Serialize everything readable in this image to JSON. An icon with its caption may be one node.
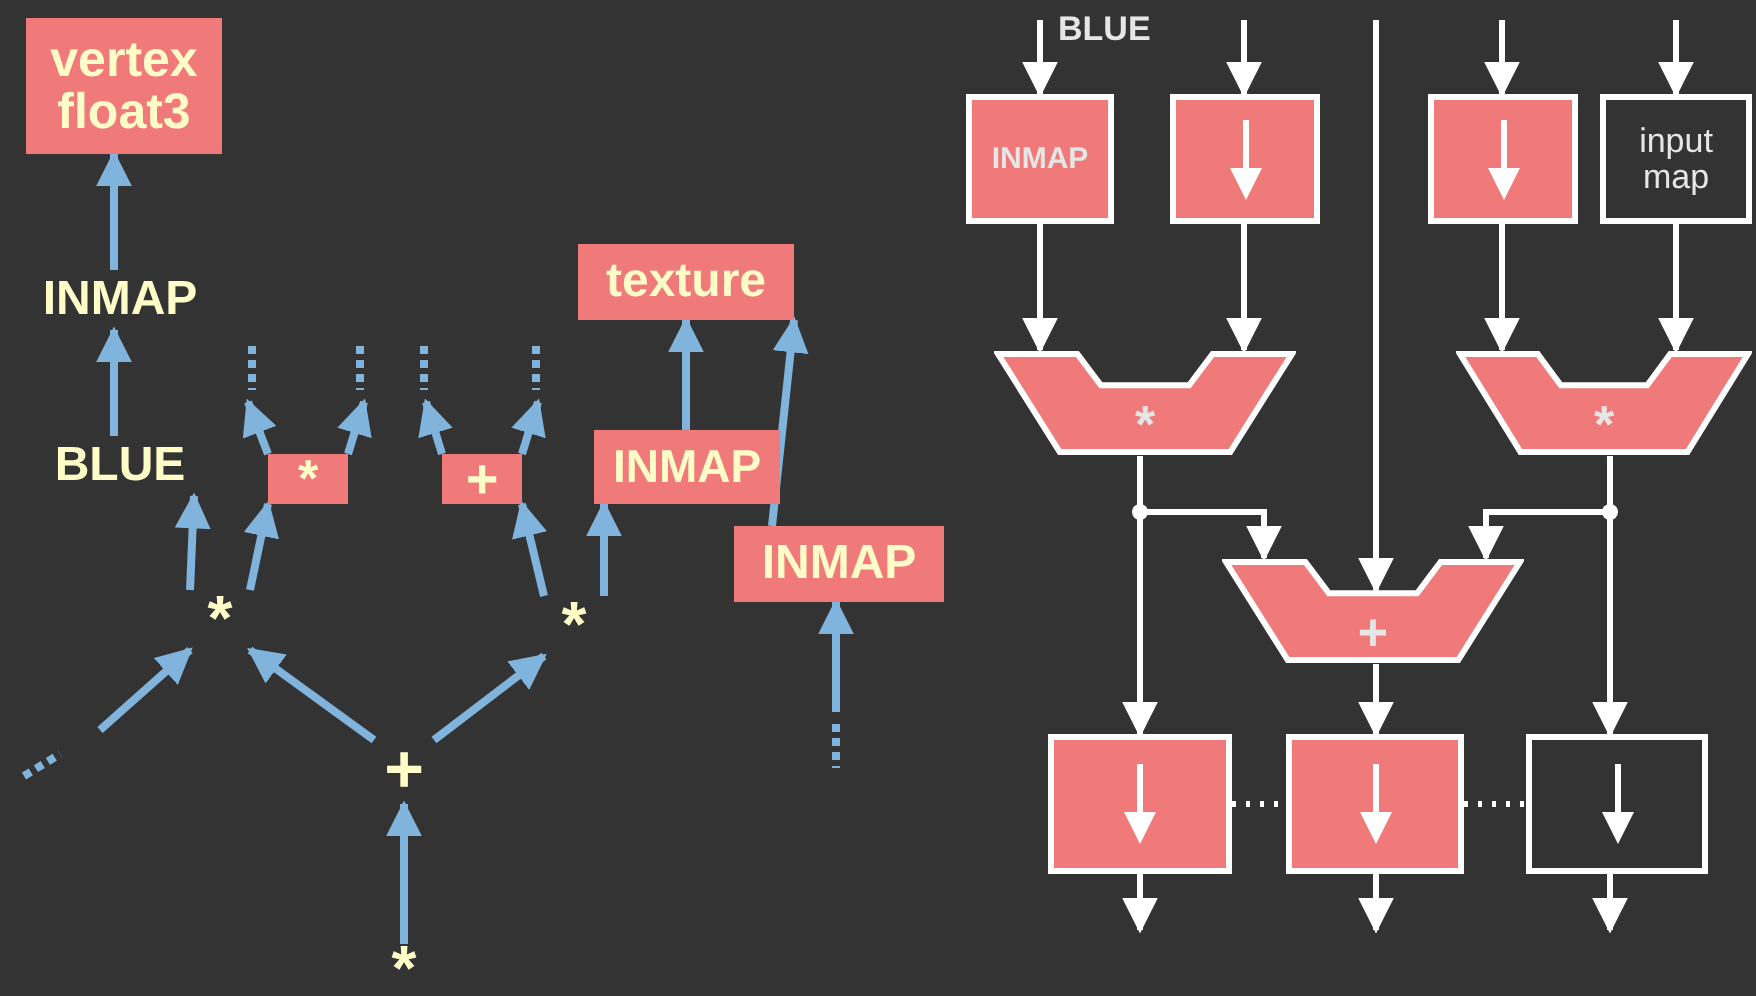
{
  "diagram": {
    "nodes": [
      {
        "text": [
          "vertex float3"
        ]
      },
      {
        "text": [
          "INMAP"
        ]
      },
      {
        "text": [
          "BLUE"
        ]
      },
      {
        "text": [
          "*"
        ]
      },
      {
        "text": [
          "+"
        ]
      },
      {
        "text": [
          "texture"
        ]
      },
      {
        "text": [
          "INMAP"
        ]
      },
      {
        "text": [
          "*"
        ]
      },
      {
        "text": [
          "*"
        ]
      },
      {
        "text": [
          "INMAP"
        ]
      },
      {
        "text": [
          "+"
        ]
      },
      {
        "text": [
          "*"
        ]
      },
      {
        "text": [
          "INMAP"
        ]
      },
      {
        "text": [],
        "shape": "box"
      },
      {
        "text": [],
        "shape": "box"
      },
      {
        "text": [
          "input map"
        ]
      },
      {
        "text": [
          "*"
        ]
      },
      {
        "text": [
          "*"
        ]
      },
      {
        "text": [
          "+"
        ]
      },
      {
        "text": [],
        "shape": "box"
      },
      {
        "text": [],
        "shape": "box"
      },
      {
        "text": [],
        "shape": "box"
      }
    ],
    "edges": [
      {
        "from": 1,
        "to": 0,
        "arrow": "to",
        "color": "#80b4dc"
      },
      {
        "from": 2,
        "to": 1,
        "arrow": "to",
        "color": "#80b4dc"
      },
      {
        "from": 7,
        "to": 2,
        "arrow": "to",
        "color": "#80b4dc"
      },
      {
        "from": 7,
        "to": 3,
        "arrow": "to",
        "color": "#80b4dc"
      },
      {
        "from": 3,
        "to": null,
        "arrow": "to",
        "color": "#80b4dc"
      },
      {
        "from": 3,
        "to": null,
        "arrow": "to",
        "color": "#80b4dc"
      },
      {
        "from": 4,
        "to": null,
        "arrow": "to",
        "color": "#80b4dc"
      },
      {
        "from": 4,
        "to": null,
        "arrow": "to",
        "color": "#80b4dc"
      },
      {
        "from": 8,
        "to": 4,
        "arrow": "to",
        "color": "#80b4dc"
      },
      {
        "from": 8,
        "to": 6,
        "arrow": "to",
        "color": "#80b4dc"
      },
      {
        "from": 6,
        "to": 5,
        "arrow": "to",
        "color": "#80b4dc"
      },
      {
        "from": 9,
        "to": 5,
        "arrow": "to",
        "color": "#80b4dc"
      },
      {
        "from": null,
        "to": 9,
        "arrow": "to",
        "color": "#80b4dc"
      },
      {
        "from": null,
        "to": 7,
        "arrow": "to",
        "color": "#80b4dc"
      },
      {
        "from": 10,
        "to": 7,
        "arrow": "to",
        "color": "#80b4dc"
      },
      {
        "from": 10,
        "to": 8,
        "arrow": "to",
        "color": "#80b4dc"
      },
      {
        "from": 11,
        "to": 10,
        "arrow": "to",
        "color": "#80b4dc"
      },
      {
        "from": null,
        "to": 12,
        "arrow": "to",
        "label": "BLUE"
      },
      {
        "from": null,
        "to": 13,
        "arrow": "to"
      },
      {
        "from": null,
        "to": 14,
        "arrow": "to"
      },
      {
        "from": null,
        "to": 15,
        "arrow": "to"
      },
      {
        "from": 12,
        "to": 16,
        "arrow": "to"
      },
      {
        "from": 13,
        "to": 16,
        "arrow": "to"
      },
      {
        "from": 14,
        "to": 17,
        "arrow": "to"
      },
      {
        "from": 15,
        "to": 17,
        "arrow": "to"
      },
      {
        "from": 16,
        "to": 18,
        "arrow": "to"
      },
      {
        "from": 17,
        "to": 18,
        "arrow": "to"
      },
      {
        "from": null,
        "to": 18,
        "arrow": "to"
      },
      {
        "from": 16,
        "to": 19,
        "arrow": "to"
      },
      {
        "from": 18,
        "to": 20,
        "arrow": "to"
      },
      {
        "from": 17,
        "to": 21,
        "arrow": "to"
      },
      {
        "from": 19,
        "to": null,
        "arrow": "to"
      },
      {
        "from": 20,
        "to": null,
        "arrow": "to"
      },
      {
        "from": 21,
        "to": null,
        "arrow": "to"
      },
      {
        "from": 19,
        "to": 20,
        "arrow": "none",
        "style": "dashed"
      },
      {
        "from": 20,
        "to": 21,
        "arrow": "none",
        "style": "dashed"
      }
    ]
  }
}
